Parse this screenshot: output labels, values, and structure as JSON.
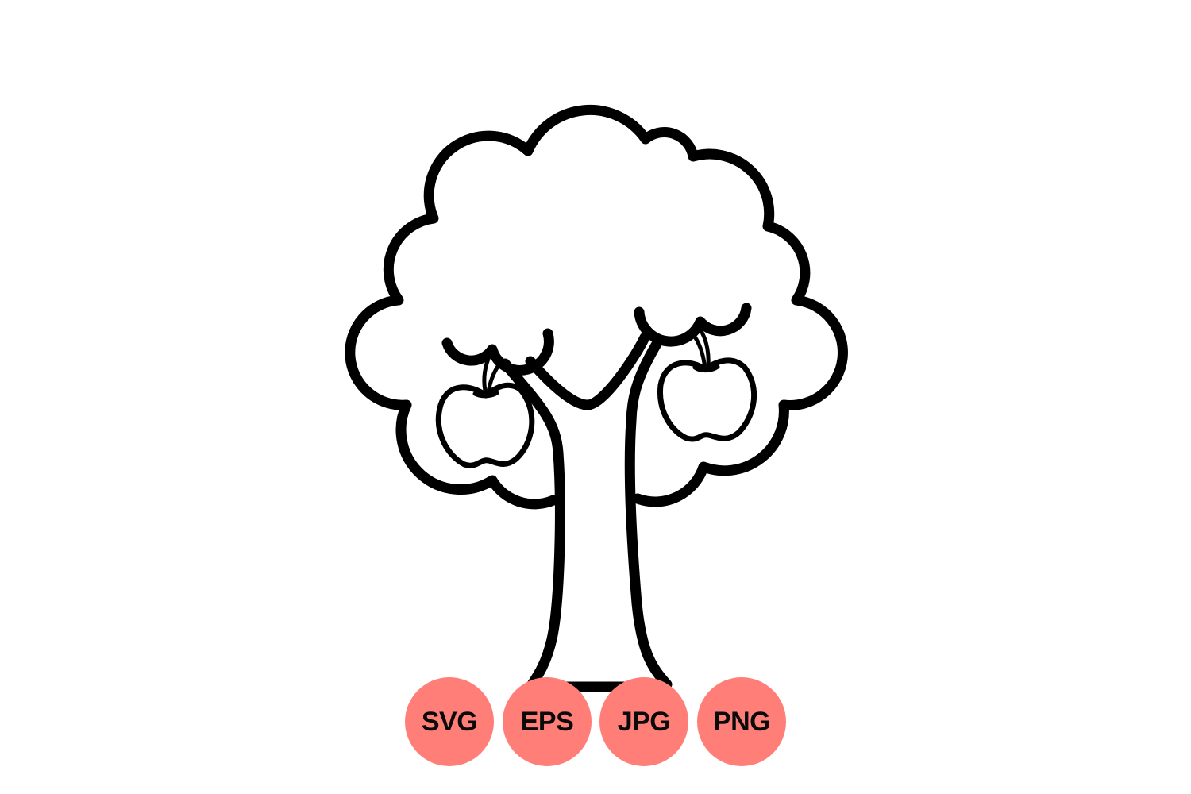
{
  "illustration": {
    "subject": "apple-tree-outline-icon"
  },
  "formats": [
    {
      "label": "SVG"
    },
    {
      "label": "EPS"
    },
    {
      "label": "JPG"
    },
    {
      "label": "PNG"
    }
  ],
  "colors": {
    "badge": "#FF7F78",
    "stroke": "#000000",
    "background": "#FFFFFF"
  }
}
